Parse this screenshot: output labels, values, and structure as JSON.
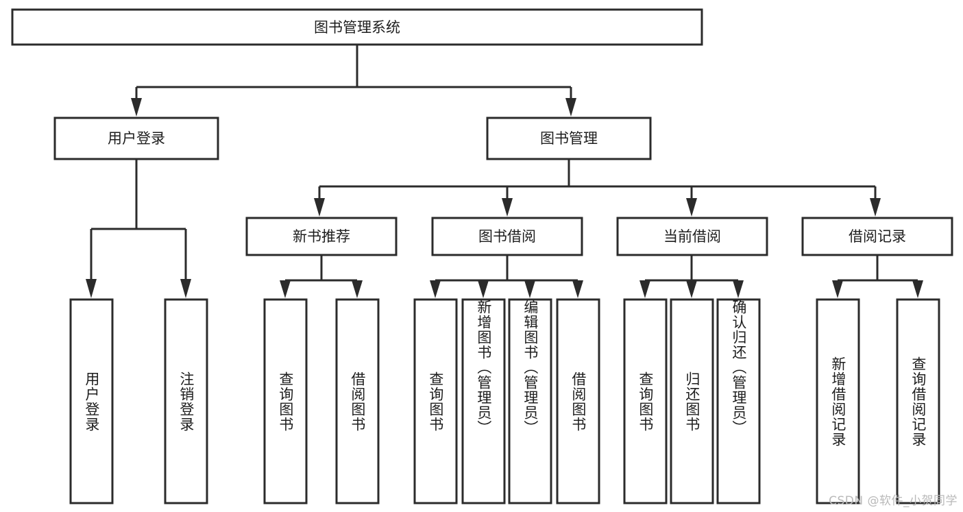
{
  "diagram": {
    "type": "tree",
    "title": "图书管理系统",
    "orientation": "top-down",
    "colors": {
      "stroke": "#2b2b2b",
      "box_fill": "#ffffff",
      "text": "#1d1d1d",
      "watermark": "#b9b9b9",
      "background": "#ffffff"
    }
  },
  "root": {
    "label": "图书管理系统"
  },
  "level1": [
    {
      "label": "用户登录"
    },
    {
      "label": "图书管理"
    }
  ],
  "level2": [
    {
      "label": "新书推荐"
    },
    {
      "label": "图书借阅"
    },
    {
      "label": "当前借阅"
    },
    {
      "label": "借阅记录"
    }
  ],
  "leaves": {
    "user_login": [
      {
        "label": "用户登录"
      },
      {
        "label": "注销登录"
      }
    ],
    "new_book": [
      {
        "label": "查询图书"
      },
      {
        "label": "借阅图书"
      }
    ],
    "book_borrow": [
      {
        "label": "查询图书"
      },
      {
        "label": "新增图书（管理员）"
      },
      {
        "label": "编辑图书（管理员）"
      },
      {
        "label": "借阅图书"
      }
    ],
    "current_borrow": [
      {
        "label": "查询图书"
      },
      {
        "label": "归还图书"
      },
      {
        "label": "确认归还（管理员）"
      }
    ],
    "borrow_record": [
      {
        "label": "新增借阅记录"
      },
      {
        "label": "查询借阅记录"
      }
    ]
  },
  "watermark": {
    "text": "CSDN @软件_小贺同学"
  }
}
